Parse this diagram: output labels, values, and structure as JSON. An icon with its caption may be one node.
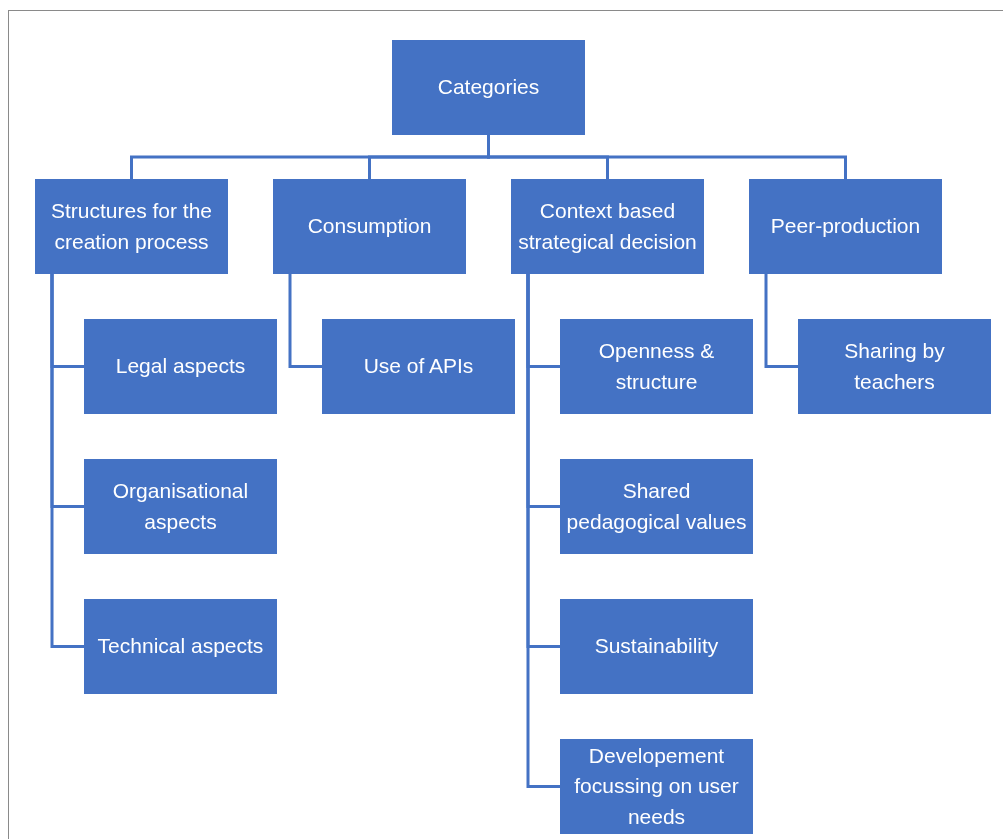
{
  "diagram": {
    "nodes": [
      {
        "text": [
          "Categories"
        ]
      },
      {
        "text": [
          "Structures for the creation process"
        ]
      },
      {
        "text": [
          "Consumption"
        ]
      },
      {
        "text": [
          "Context based strategical decision"
        ]
      },
      {
        "text": [
          "Peer-production"
        ]
      },
      {
        "text": [
          "Legal aspects"
        ]
      },
      {
        "text": [
          "Organisational aspects"
        ]
      },
      {
        "text": [
          "Technical aspects"
        ]
      },
      {
        "text": [
          "Use of APIs"
        ]
      },
      {
        "text": [
          "Openness & structure"
        ]
      },
      {
        "text": [
          "Shared pedagogical values"
        ]
      },
      {
        "text": [
          "Sustainability"
        ]
      },
      {
        "text": [
          "Developement focussing on user needs"
        ]
      },
      {
        "text": [
          "Sharing by teachers"
        ]
      }
    ],
    "edges": [
      {
        "from": 0,
        "to": 1,
        "arrow": "none"
      },
      {
        "from": 0,
        "to": 2,
        "arrow": "none"
      },
      {
        "from": 0,
        "to": 3,
        "arrow": "none"
      },
      {
        "from": 0,
        "to": 4,
        "arrow": "none"
      },
      {
        "from": 1,
        "to": 5,
        "arrow": "none"
      },
      {
        "from": 1,
        "to": 6,
        "arrow": "none"
      },
      {
        "from": 1,
        "to": 7,
        "arrow": "none"
      },
      {
        "from": 2,
        "to": 8,
        "arrow": "none"
      },
      {
        "from": 3,
        "to": 9,
        "arrow": "none"
      },
      {
        "from": 3,
        "to": 10,
        "arrow": "none"
      },
      {
        "from": 3,
        "to": 11,
        "arrow": "none"
      },
      {
        "from": 3,
        "to": 12,
        "arrow": "none"
      },
      {
        "from": 4,
        "to": 13,
        "arrow": "none"
      }
    ]
  }
}
